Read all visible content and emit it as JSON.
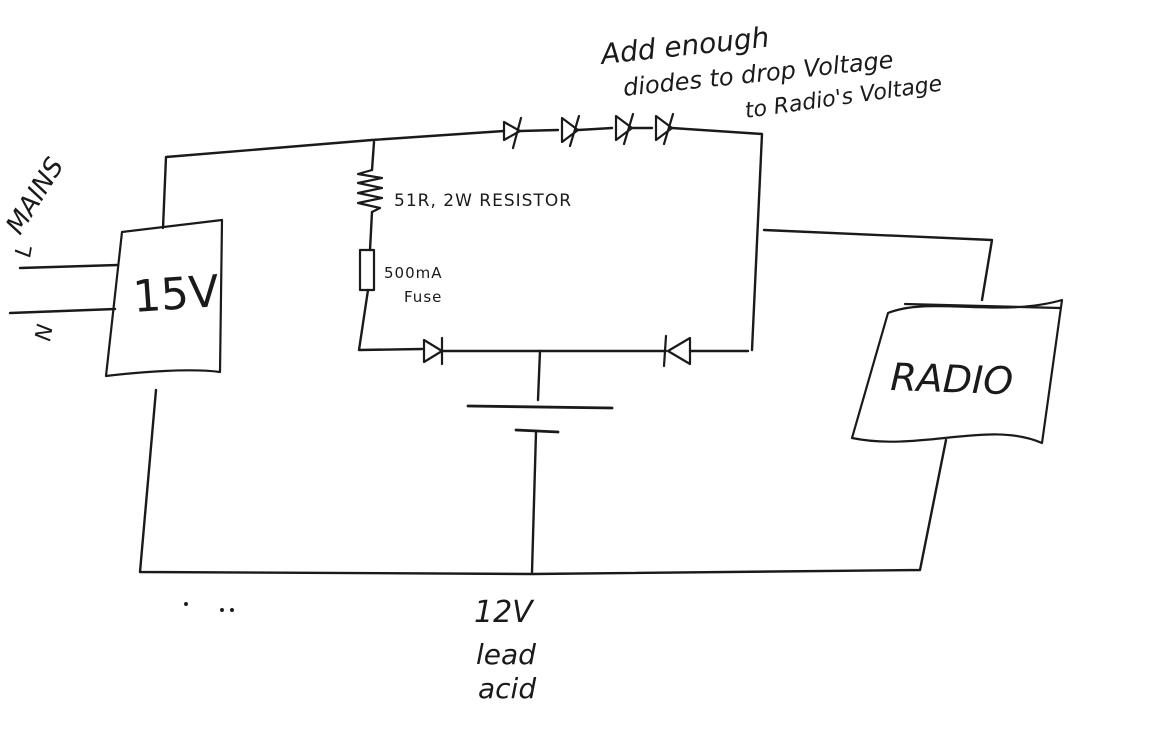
{
  "labels": {
    "mains": "MAINS",
    "live": "L",
    "neutral": "N",
    "supply": "15V",
    "resistor": "51R, 2W RESISTOR",
    "fuse_line1": "500mA",
    "fuse_line2": "Fuse",
    "note_line1": "Add enough",
    "note_line2": "diodes to drop Voltage",
    "note_line3": "to Radio's Voltage",
    "radio": "RADIO",
    "battery_line1": "12V",
    "battery_line2": "lead",
    "battery_line3": "acid"
  }
}
